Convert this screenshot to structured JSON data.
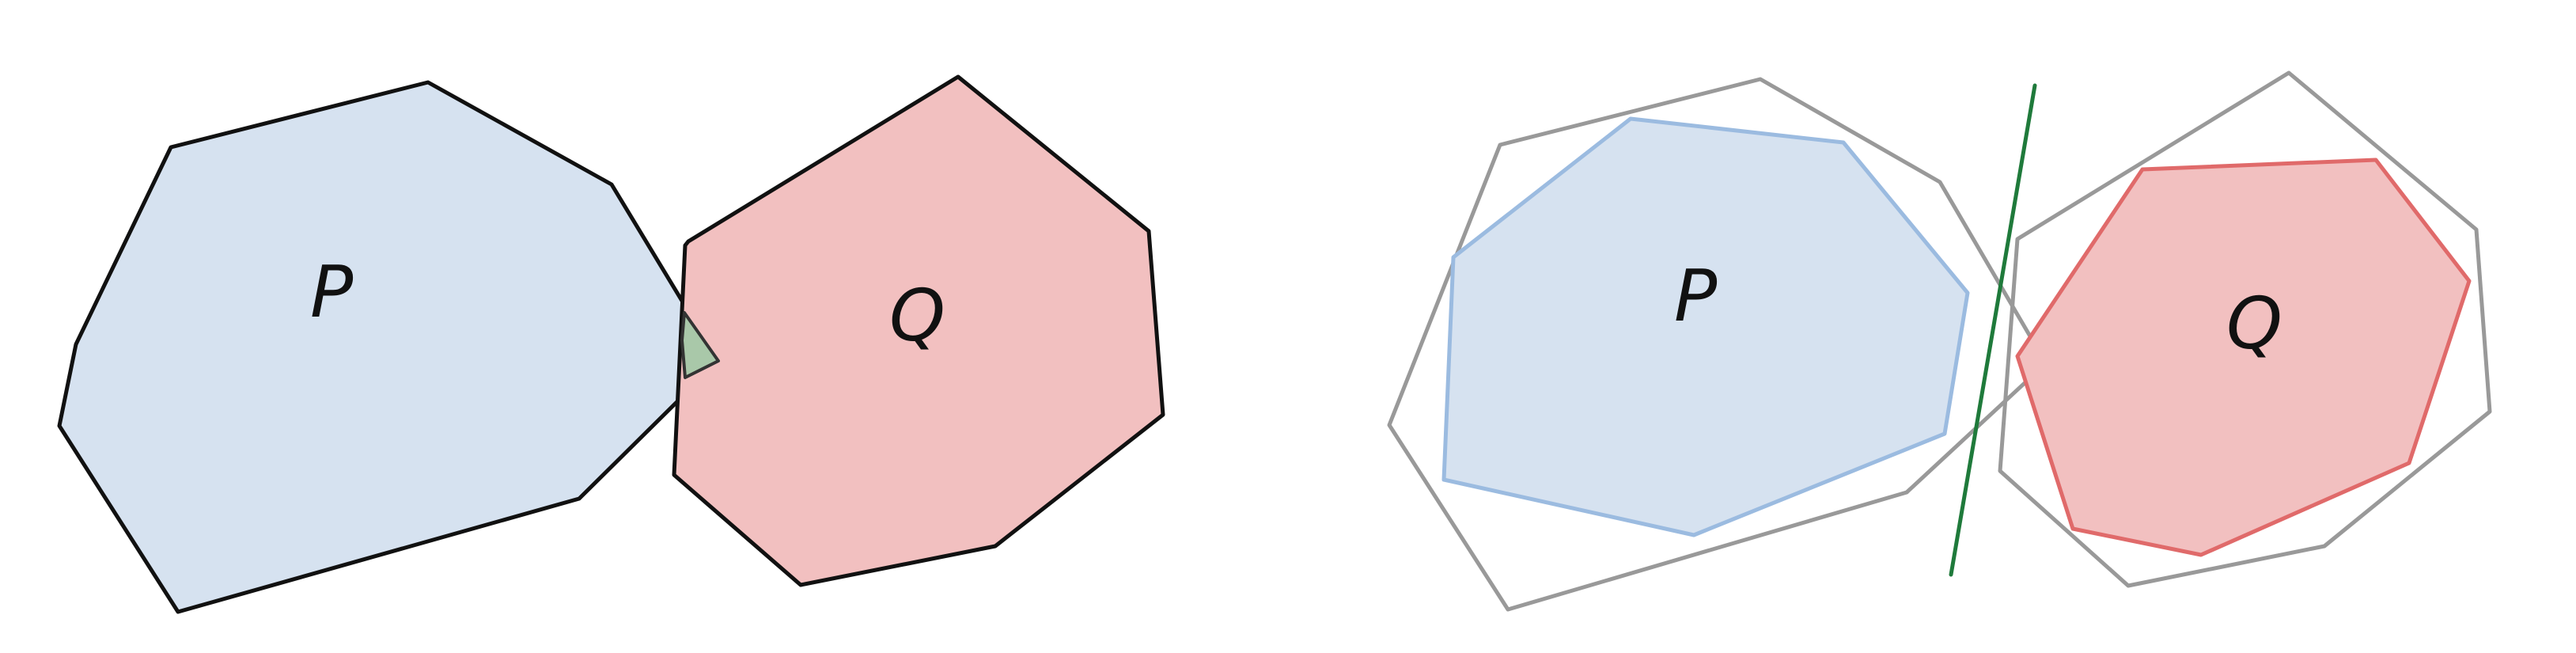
{
  "colors": {
    "p_fill": "#d6e2f0",
    "q_fill": "#f2c0c0",
    "overlap_fill": "#a9c8a9",
    "black_stroke": "#111111",
    "grey_stroke": "#999999",
    "blue_stroke": "#9bbbe0",
    "red_stroke": "#e06a6a",
    "green_line": "#1f7a3b"
  },
  "diagram": {
    "left_panel": {
      "p_label": "P",
      "q_label": "Q"
    },
    "right_panel": {
      "p_label": "P",
      "q_label": "Q"
    }
  }
}
